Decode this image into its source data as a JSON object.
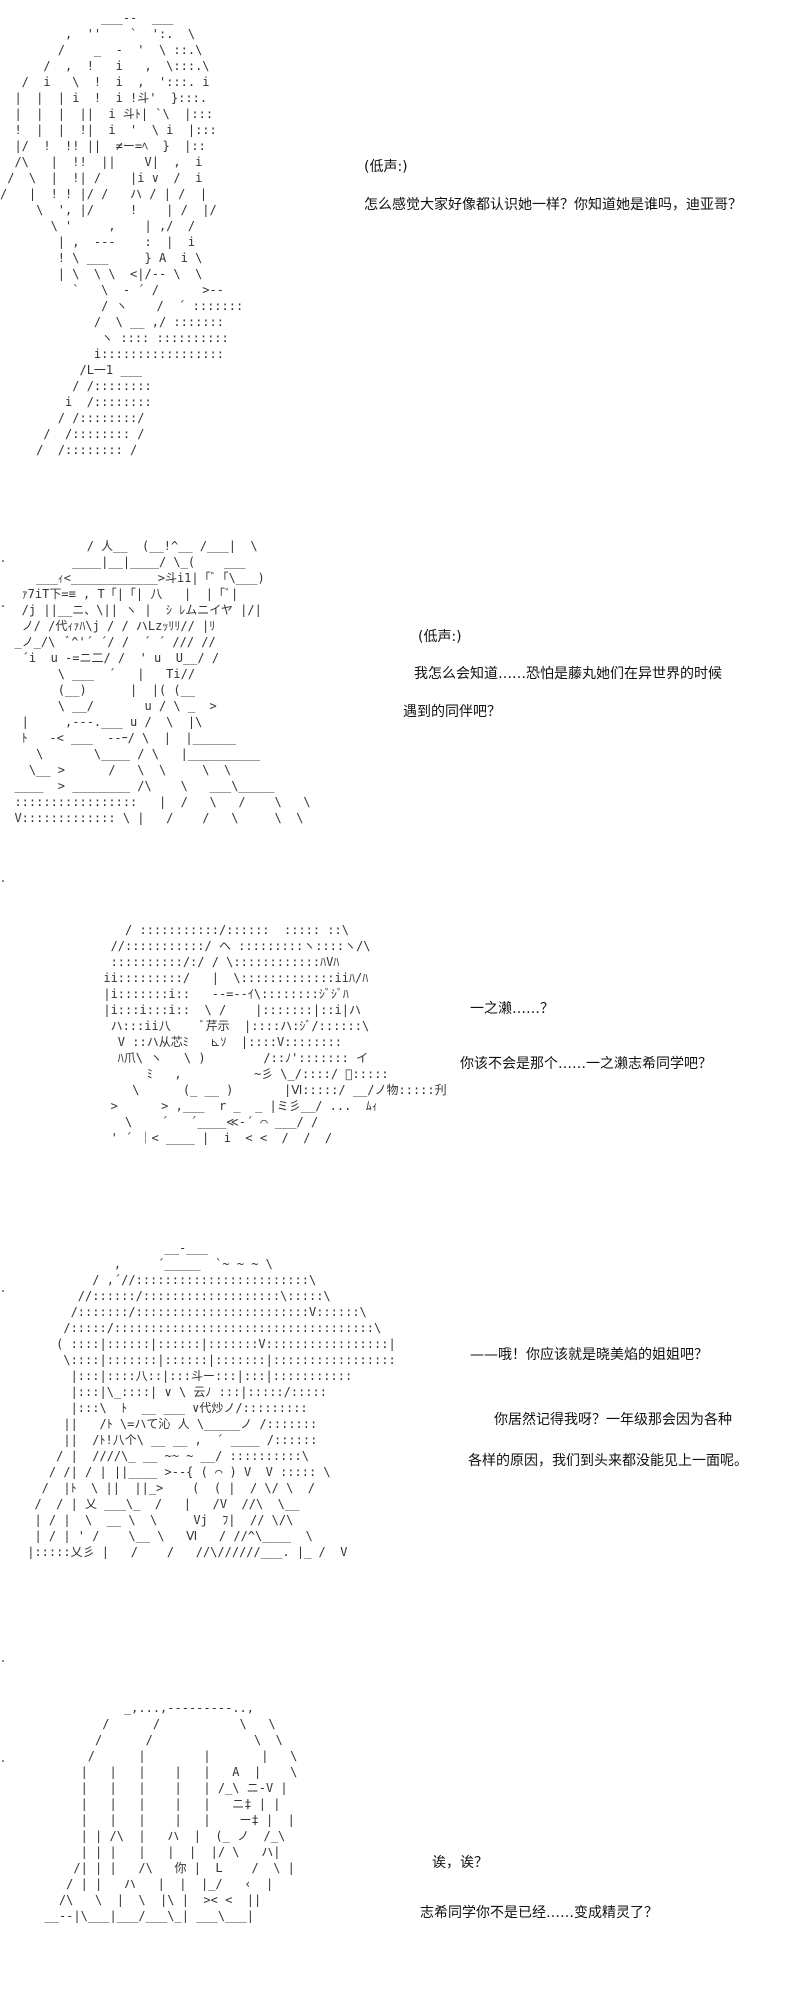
{
  "panels": [
    {
      "lines": [
        "(低声:)",
        "怎么感觉大家好像都认识她一样？你知道她是谁吗，迪亚哥？"
      ],
      "art": "              ___--  ___\n         ,  ''    `  ':.  \\\n        /    _  -  '  \\ ::.\\\n      /  ,  !   i   ,  \\:::.\\\n   /  i   \\  !  i  ,  ':::. i\n  |  |  | i  !  i !斗'  }:::.\n  |  |  |  ||  i 斗ﾄ| `\\  |:::\n  !  |  |  !|  i  '  \\ i  |:::\n  |/  !  !! ||  ≠ー=ﾍ  }  |::\n  /\\   |  !!  ||    V|  ,  i\n /  \\  |  !| /    |i ∨  /  i\n/   |  ! ! |/ /   ハ / | /  |\n     \\  ', |/     !    | /  |/\n       \\ '     ,    | ,/  /\n        | ,  ---    :  |  i\n        ! \\ ___     } A  i \\\n        | \\  \\ \\  <|/-- \\  \\\n          `   \\  - ´ /      >--\n              / ヽ    /  ´ :::::::\n             /  \\ __ ,/ :::::::\n              ヽ :::: ::::::::::\n             i::::::::::::::::: \n           /L一1 ___\n          / /::::::::\n         i  /::::::::\n        / /::::::::/\n      /  /:::::::: /\n     /  /:::::::: /"
    },
    {
      "lines": [
        "(低声:)",
        "我怎么会知道……恐怕是藤丸她们在异世界的时候",
        "遇到的同伴吧？"
      ],
      "art": "            / 人__  (__!^__ /___|  \\\n          ____|__|____/ \\_(    ___\n     ___ｨ<____________>斗i1|「ﾞ「\\___)\n   ｧ7iT下=≡ , T「|「| 八   |  |「ﾞ|\n   /j ||__ニ、\\|| ヽ |  ｼ ﾚムニイヤ |/|\n   ノ/ /代ｨｧﾊ\\j / / ハLzｯﾘﾘ// |ﾘ\n  _ノ_/\\  ﾞ^'´ ´/ /  ´ ´ /// //\n   ´i  u -=ニ二/ /  ' u  U__/ /\n        \\ ___  ´   |   Ti//\n        (__)      |  |( (__\n        \\ __/       u / \\ _  >\n   |     ,---.___ u /  \\  |\\\n   ﾄ   -< ___  --ｰ/ \\  |  |______\n     \\       \\____ / \\   |__________\n    \\__ >      /   \\  \\     \\  \\\n  ____  > ________ /\\    \\   ___\\_____\n  :::::::::::::::::   |  /   \\   /    \\   \\\n  V::::::::::::: \\ |   /    /   \\     \\  \\"
    },
    {
      "lines": [
        "一之濑……？",
        "你该不会是那个……一之濑志希同学吧？"
      ],
      "art": "         / :::::::::::/::::::  ::::: ::\\\n       //:::::::::::/ ヘ :::::::::ヽ::::ヽ/\\\n       ::::::::::/:/ / \\::::::::::::ﾊVﾊ\n      ii:::::::::/   |  \\:::::::::::::iiﾊ/ﾊ\n      |i:::::::i::   --=--ｲ\\::::::::ｼﾞｼﾞﾊ\n      |i:::i:::i::  \\ /    |:::::::|::i|ハ\n       ハ:::ii八    ﾞ芹示  |::::ハ:ｼﾞ/::::::\\\n        V ::ハ从芯ﾐ   ⊾ｿ  |::::V::::::::\n        ﾊ爪\\ ヽ   \\ )        /::ﾉ'::::::: イ\n            ﾐ   ,          ~彡 \\_/::::/ ゙:::::\n          \\      (_ __ )       |Ⅵ:::::/ __/ノ物:::::刋\n       >      > ,___  r _  _ |ミ彡__/ ...  ﾑｨ\n         \\    ´   ´____≪-´ ⌒ ___/ /\n       ' ´ ｜< ____ |  i  < <  /  /  /"
    },
    {
      "lines": [
        "——哦！你应该就是晓美焰的姐姐吧？",
        "你居然记得我呀？一年级那会因为各种",
        "各样的原因，我们到头来都没能见上一面呢。"
      ],
      "art": "                    __-___\n             ,     ´_____  `~ ~ ~ \\\n          / ,´//::::::::::::::::::::::::\\\n        //::::::/:::::::::::::::::::\\:::::\\\n       /:::::::/::::::::::::::::::::::::V::::::\\\n      /:::::/::::::::::::::::::::::::::::::::::::\\\n     ( ::::|::::::|::::::|:::::::V:::::::::::::::::|\n      \\::::|:::::::|::::::|:::::::|:::::::::::::::::\n       |:::|::::八::|:::斗ー:::|:::|:::::::::::\n       |:::|\\_::::| ∨ \\ 云ﾉ :::|:::::/:::::\n       |:::\\  ﾄ  __ ___ ∨代炒ノ/:::::::::\n      ||   /ﾄ \\=ハて沁 人 \\_____ノ /:::::::\n      ||  /ﾄ!八个\\ __ __ ,  ´ ____ /::::::\n     / |  ////\\_ __ ~~ ~ __/ ::::::::::\\\n    / /| / | ||____ >--{ ( ⌒ ) V  V ::::: \\\n   /  |ﾄ  \\ ||  ||_>    (  ( |  / \\/ \\  /\n  /  / | 乂 ___\\_  /   |   /V  //\\  \\__\n  | / |  \\  __ \\  \\     Vj  ﾌ|  // \\/\\\n  | / | ' /    \\__ \\   Ⅵ   / //^\\____  \\\n |:::::乂彡 |   /    /   //\\//////___. |_ /  V"
    },
    {
      "lines": [
        "诶，诶？",
        "志希同学你不是已经……变成精灵了？"
      ],
      "art": "             _,...,---------..,\n          /      /           \\   \\\n         /      /              \\  \\\n        /      |        |       |   \\\n       |   |   |    |   |   A  |    \\\n       |   |   |    |   | /_\\ ニ-V |\n       |   |   |    |   |   ニ‡ | |\n       |   |   |    |   |    ー‡ |  |\n       | | /\\  |   ハ  |  (_ ノ  /_\\\n       | | |   |   |  |  |/ \\   ハ|\n      /| | |   /\\   你 |  L    /  \\ |\n     / | |   ハ   |  |  |_/   ‹  |\n    /\\   \\  |  \\  |\\ |  >< <  ||\n  __--|\\___|___/___\\_| ___\\___|"
    }
  ]
}
